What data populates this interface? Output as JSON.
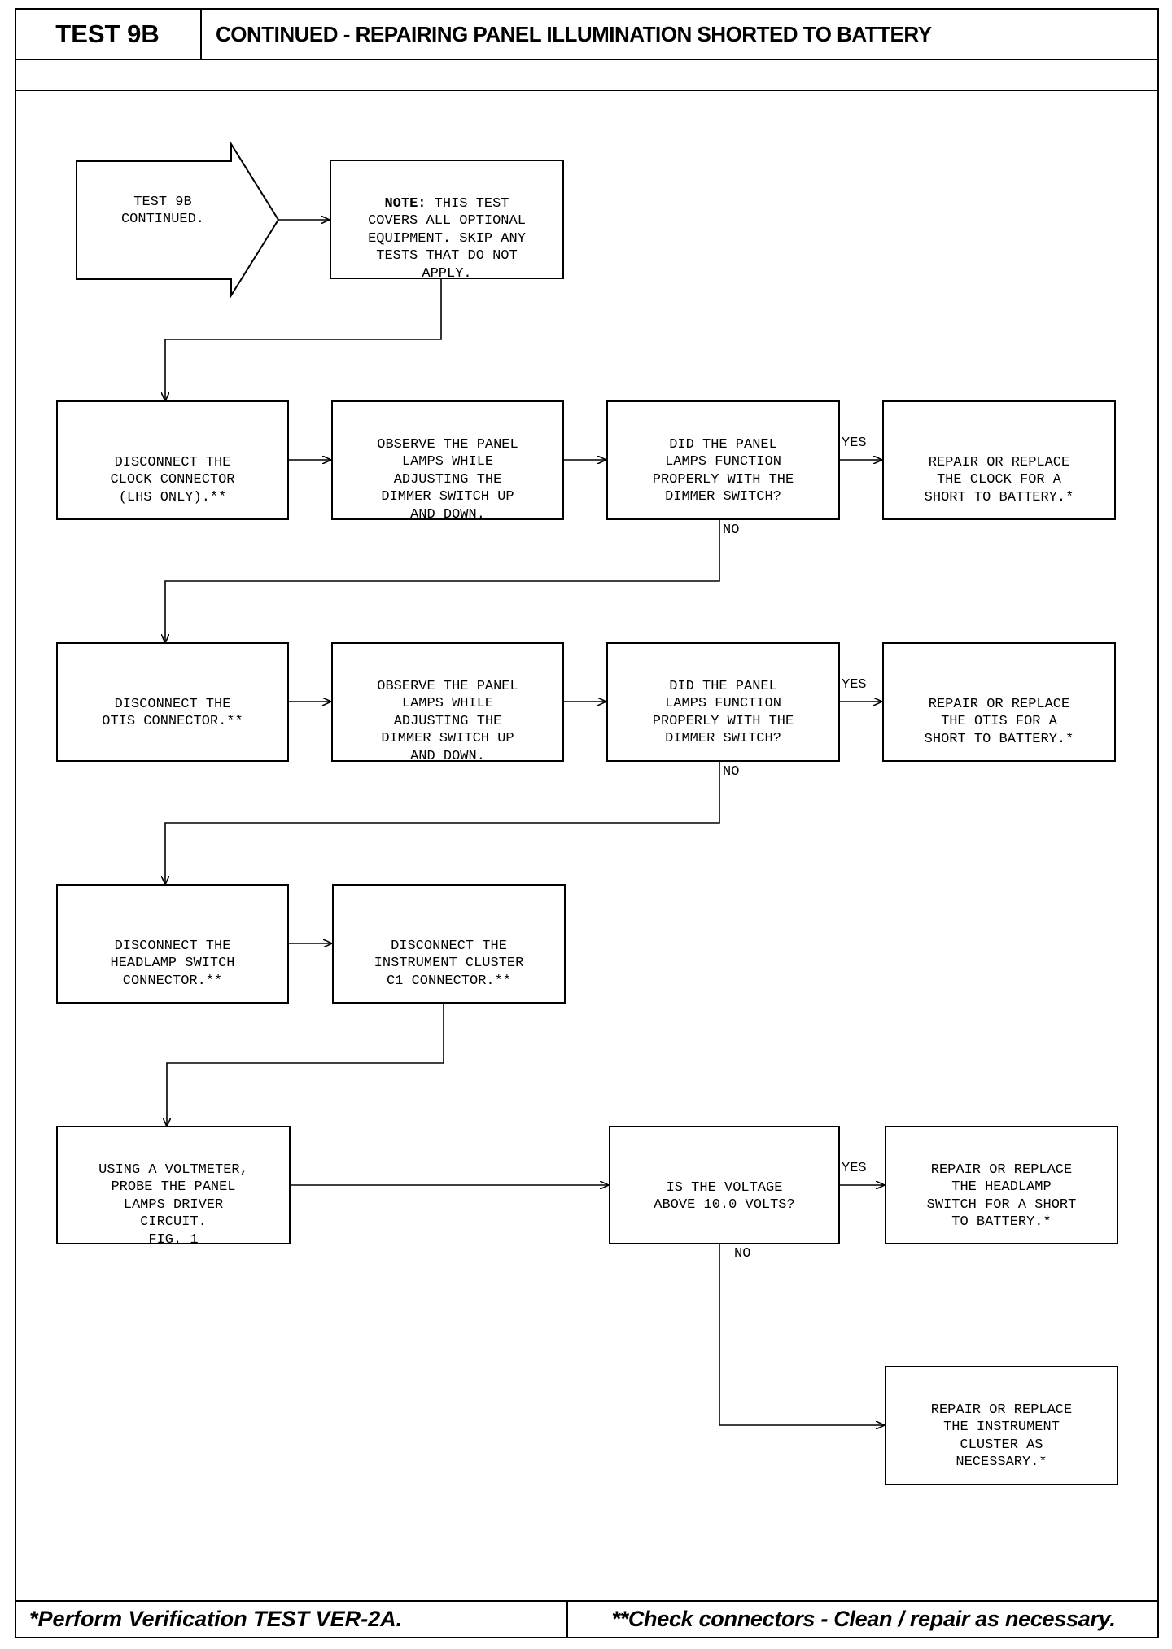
{
  "header": {
    "test_id": "TEST 9B",
    "title": "CONTINUED - REPAIRING PANEL ILLUMINATION SHORTED TO BATTERY"
  },
  "entry": {
    "label": "TEST 9B\nCONTINUED."
  },
  "note": {
    "bold": "NOTE:",
    "text": " THIS TEST\nCOVERS ALL OPTIONAL\nEQUIPMENT. SKIP ANY\nTESTS THAT DO NOT\nAPPLY."
  },
  "row1": {
    "step": "DISCONNECT THE\nCLOCK CONNECTOR\n(LHS ONLY).**",
    "observe": "OBSERVE THE PANEL\nLAMPS WHILE\nADJUSTING THE\nDIMMER SWITCH UP\nAND DOWN.",
    "question": "DID THE PANEL\nLAMPS FUNCTION\nPROPERLY WITH THE\nDIMMER SWITCH?",
    "yes_action": "REPAIR OR REPLACE\nTHE CLOCK FOR A\nSHORT TO BATTERY.*"
  },
  "row2": {
    "step": "DISCONNECT THE\nOTIS CONNECTOR.**",
    "observe": "OBSERVE THE PANEL\nLAMPS WHILE\nADJUSTING THE\nDIMMER SWITCH UP\nAND DOWN.",
    "question": "DID THE PANEL\nLAMPS FUNCTION\nPROPERLY WITH THE\nDIMMER SWITCH?",
    "yes_action": "REPAIR OR REPLACE\nTHE OTIS FOR A\nSHORT TO BATTERY.*"
  },
  "row3": {
    "step": "DISCONNECT THE\nHEADLAMP SWITCH\nCONNECTOR.**",
    "step2": "DISCONNECT THE\nINSTRUMENT CLUSTER\nC1 CONNECTOR.**"
  },
  "row4": {
    "probe": "USING A VOLTMETER,\nPROBE THE PANEL\nLAMPS DRIVER\nCIRCUIT.\nFIG. 1",
    "question": "IS THE VOLTAGE\nABOVE 10.0 VOLTS?",
    "yes_action": "REPAIR OR REPLACE\nTHE HEADLAMP\nSWITCH FOR A SHORT\nTO BATTERY.*",
    "no_action": "REPAIR OR REPLACE\nTHE INSTRUMENT\nCLUSTER AS\nNECESSARY.*"
  },
  "labels": {
    "yes": "YES",
    "no": "NO"
  },
  "footer": {
    "left": "*Perform Verification TEST VER-2A.",
    "right": "**Check connectors - Clean / repair as necessary."
  }
}
